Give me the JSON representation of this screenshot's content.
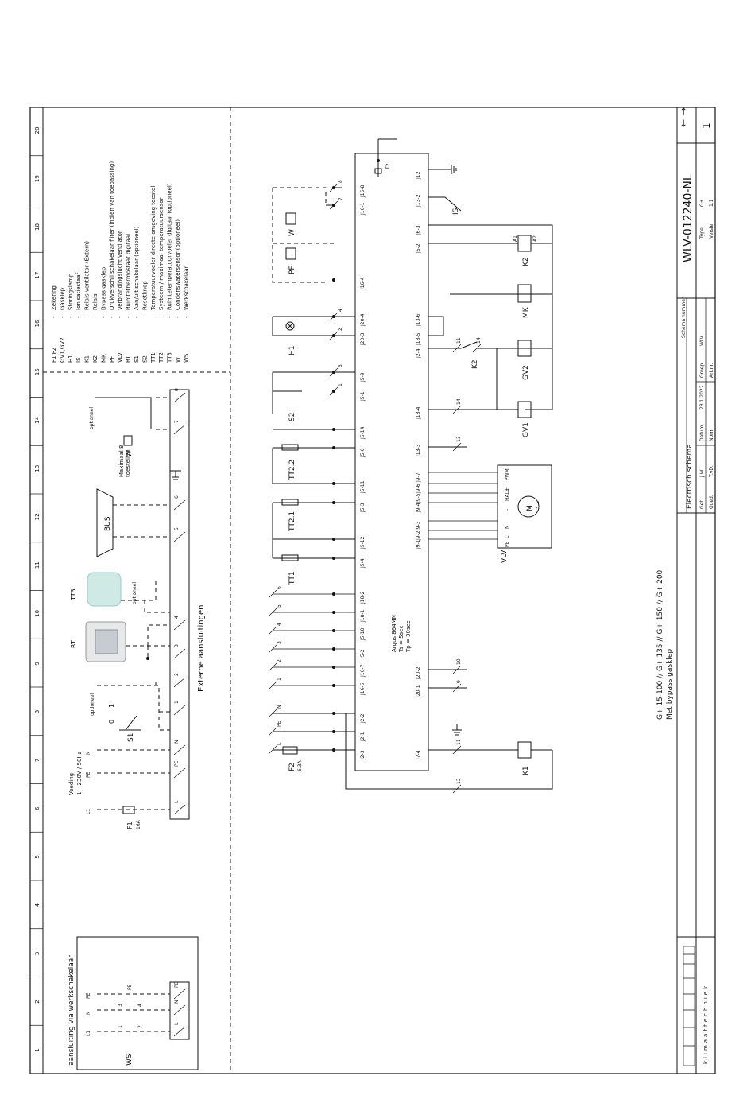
{
  "title_block": {
    "company": "klimaattechniek",
    "product": "G+ 15-100 // G+ 135 // G+ 150 // G+ 200",
    "variant": "Met bypass gasklep",
    "schema_title": "Electrisch schema",
    "drawing_number": "WLV-012240-NL",
    "sheet": "1",
    "labels": {
      "get": "Get.",
      "goed": "Goed.",
      "datum": "Datum",
      "norm": "Norm",
      "schema_nummer": "Schema nummer",
      "groep": "Groep",
      "artnr": "Art.nr.",
      "type": "Type",
      "versie": "Versie"
    },
    "values": {
      "get": "J.W.",
      "goed": "T.vD.",
      "datum": "28.1.2022",
      "groep": "WLV",
      "type": "G+",
      "versie": "1.1"
    },
    "arrows": [
      "←",
      "→"
    ]
  },
  "grid_columns": [
    "1",
    "2",
    "3",
    "4",
    "5",
    "6",
    "7",
    "8",
    "9",
    "10",
    "11",
    "12",
    "13",
    "14",
    "15",
    "16",
    "17",
    "18",
    "19",
    "20"
  ],
  "legend": [
    {
      "code": "F1,F2",
      "desc": "Zekering"
    },
    {
      "code": "GV1,GV2",
      "desc": "Gasklep"
    },
    {
      "code": "H1",
      "desc": "Storingslamp"
    },
    {
      "code": "IS",
      "desc": "Ionisatiestaaf"
    },
    {
      "code": "K1",
      "desc": "Relais ventilator (Extern)"
    },
    {
      "code": "K2",
      "desc": "Relais"
    },
    {
      "code": "MK",
      "desc": "Bypass gasklep"
    },
    {
      "code": "PF",
      "desc": "Drukverschil schakelaar filter (indien van toepassing)"
    },
    {
      "code": "VLV",
      "desc": "Verbrandingslucht ventilator"
    },
    {
      "code": "RT",
      "desc": "Ruimtethermostaat digitaal"
    },
    {
      "code": "S1",
      "desc": "Aan/uit schakelaar (optioneel)"
    },
    {
      "code": "S2",
      "desc": "Resetknop"
    },
    {
      "code": "TT1",
      "desc": "Temperatuurvoeler directe omgeving toestel"
    },
    {
      "code": "TT2",
      "desc": "Systeem / maximaal temperatuursensor"
    },
    {
      "code": "TT3",
      "desc": "Ruimtetemperatuurvoeler digitaal (optioneel)"
    },
    {
      "code": "W",
      "desc": "Condenswatersensor (optioneel)"
    },
    {
      "code": "WS",
      "desc": "Werkschakelaar"
    }
  ],
  "external": {
    "title": "Externe aansluitingen",
    "supply_title": "Voeding",
    "supply_spec": "1~ 230V / 50Hz",
    "supply_lines": [
      "L1",
      "PE",
      "N"
    ],
    "f1": "F1",
    "f1_rating": "16A",
    "s1": "S1",
    "s1_positions": [
      "0",
      "1"
    ],
    "optional": "optioneel",
    "rt": "RT",
    "tt3": "TT3",
    "bus": "BUS",
    "bus_note1": "Maximaal 8",
    "bus_note2": "toestellen",
    "w": "W",
    "terminals": [
      "L",
      "PE",
      "N",
      "1",
      "2",
      "3",
      "4",
      "5",
      "6",
      "7",
      "8"
    ]
  },
  "workswitch": {
    "title": "aansluiting via werkschakelaar",
    "lines": [
      "L1",
      "N",
      "PE"
    ],
    "ws": "WS",
    "contacts": [
      "1",
      "2",
      "3",
      "4"
    ],
    "pe": "PE",
    "terminals": [
      "L",
      "N",
      "PE"
    ]
  },
  "controller": {
    "name": "Argus 864MN",
    "ts": "Ts =  5sec",
    "tp": "Tp = 30sec",
    "left_pins": [
      "J16-8",
      "J16-1",
      "J16-4",
      "J20-4",
      "J20-3",
      "J5-9",
      "J5-1",
      "J5-14",
      "J5-6",
      "J5-11",
      "J5-3",
      "J5-12",
      "J5-4",
      "J18-2",
      "J18-1",
      "J5-10",
      "J5-2",
      "J16-7",
      "J16-6",
      "J2-2",
      "J2-1",
      "J2-3"
    ],
    "right_pins": [
      "J12",
      "J13-2",
      "J6-3",
      "J6-2",
      "J13-6",
      "J13-5",
      "J2-4",
      "J13-4",
      "J13-3",
      "J9-7",
      "J9-6",
      "J9-5",
      "J9-4",
      "J9-3",
      "J9-2",
      "J9-1",
      "J20-2",
      "J20-1",
      "J7-4"
    ]
  },
  "components": {
    "pf": "PF",
    "w": "W",
    "h1": "H1",
    "s2": "S2",
    "tt22": "TT2.2",
    "tt21": "TT2.1",
    "tt1": "TT1",
    "f2": "F2",
    "f2_rating": "6.3A",
    "is": "IS",
    "t2": "T2",
    "k1": "K1",
    "k2": "K2",
    "mk": "MK",
    "gv1": "GV1",
    "gv2": "GV2",
    "vlv": "VLV",
    "a1": "A1",
    "a2": "A2",
    "fan_pins": [
      "PWM",
      "+",
      "HALL",
      "-",
      "N",
      "L",
      "PE"
    ],
    "motor": "M",
    "motor_phase": "1~"
  },
  "wire_numbers": {
    "left": [
      "8",
      "7",
      "4",
      "2",
      "3",
      "1",
      "6",
      "5",
      "4",
      "3",
      "2",
      "1",
      "N",
      "PE",
      "L"
    ],
    "right": [
      "11",
      "14",
      "14",
      "13",
      "10",
      "9",
      "11",
      "12"
    ]
  }
}
